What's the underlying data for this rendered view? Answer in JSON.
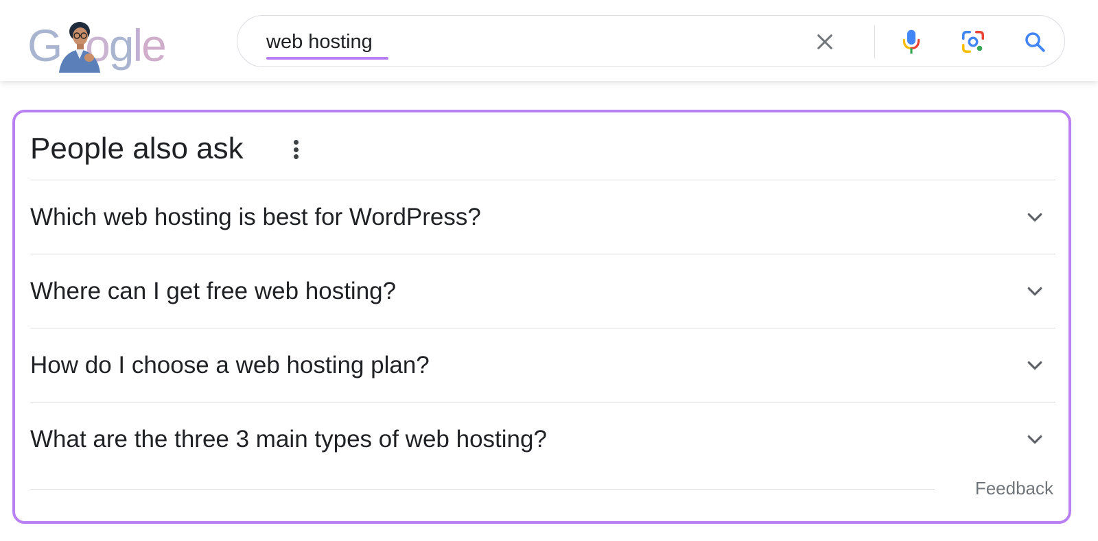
{
  "header": {
    "logo_text": "Google",
    "search": {
      "query": "web hosting"
    },
    "icons": {
      "clear": "close-icon",
      "mic": "microphone-icon",
      "lens": "camera-lens-icon",
      "search": "search-icon"
    }
  },
  "paa": {
    "title": "People also ask",
    "questions": [
      "Which web hosting is best for WordPress?",
      "Where can I get free web hosting?",
      "How do I choose a web hosting plan?",
      "What are the three 3 main types of web hosting?"
    ],
    "feedback_label": "Feedback"
  },
  "colors": {
    "accent_purple": "#b980f4",
    "google_blue": "#4285f4",
    "google_red": "#ea4335",
    "google_yellow": "#fbbc04",
    "google_green": "#34a853",
    "text_primary": "#202124",
    "text_secondary": "#70757a",
    "divider": "#dadce0"
  }
}
